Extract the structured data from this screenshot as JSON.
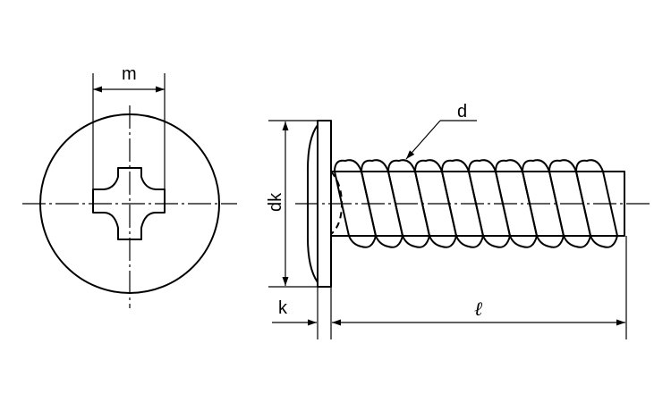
{
  "labels": {
    "m": "m",
    "d": "d",
    "dk": "dk",
    "k": "k",
    "l": "ℓ"
  }
}
